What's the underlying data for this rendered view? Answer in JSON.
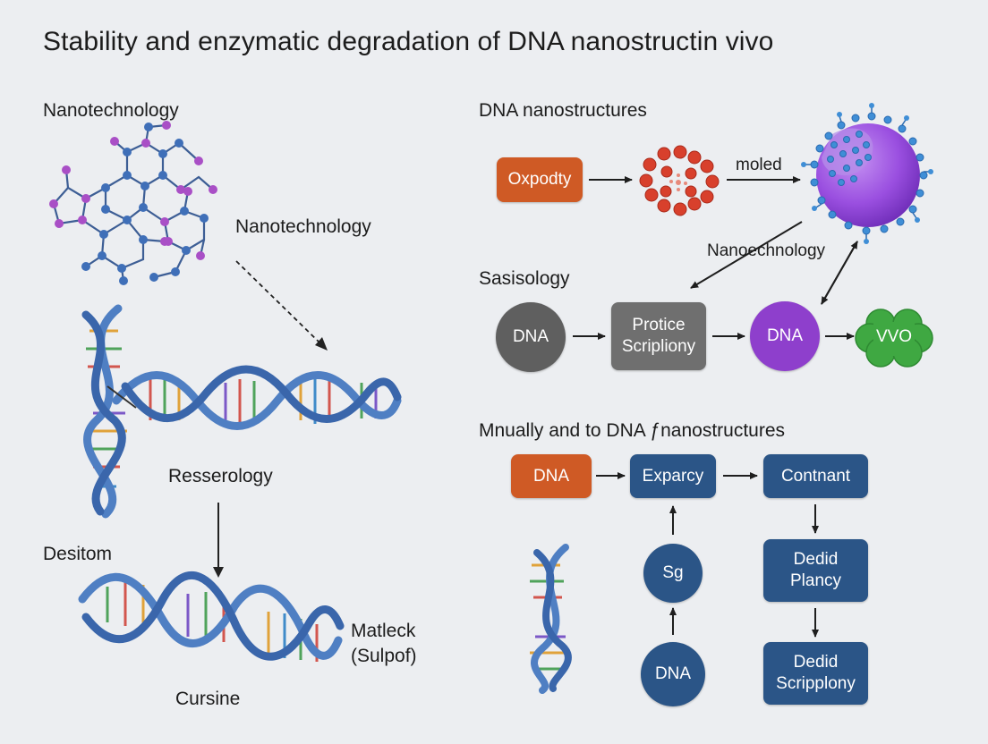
{
  "title": "Stability and enzymatic degradation of DNA nanostructin vivo",
  "left_panel": {
    "heading_top": "Nanotechnology",
    "label_nanotech": "Nanotechnology",
    "label_resserology": "Resserology",
    "heading_desitom": "Desitom",
    "label_matleck_1": "Matleck",
    "label_matleck_2": "(Sulpof)",
    "label_cursine": "Cursine"
  },
  "right_top": {
    "heading": "DNA nanostructures",
    "box_oxpodty": "Oxpodty",
    "label_moled": "moled",
    "label_nanoechnology": "Nanoechnology"
  },
  "right_mid": {
    "heading": "Sasisology",
    "node_dna_gray": "DNA",
    "box_protice_1": "Protice",
    "box_protice_2": "Scripliony",
    "node_dna_purple": "DNA",
    "node_vvo": "VVO"
  },
  "right_bottom": {
    "heading": "Mnually and to DNA ƒnanostructures",
    "box_dna": "DNA",
    "box_exparcy": "Exparcy",
    "box_contnant": "Contnant",
    "node_sg": "Sg",
    "node_dna": "DNA",
    "box_dedid1_1": "Dedid",
    "box_dedid1_2": "Plancy",
    "box_dedid2_1": "Dedid",
    "box_dedid2_2": "Scripplony"
  },
  "colors": {
    "orange": "#cf5a25",
    "gray_node": "#5f5f5f",
    "gray_box": "#6f6f6f",
    "purple": "#8e3fcc",
    "green": "#3fa842",
    "navy": "#2b5587",
    "dna_blue": "#4f81c7"
  },
  "icons": {
    "molecule": "molecule-network-icon",
    "helix": "dna-helix-icon",
    "cell": "cell-sphere-icon",
    "cluster": "nanoparticle-cluster-icon"
  }
}
